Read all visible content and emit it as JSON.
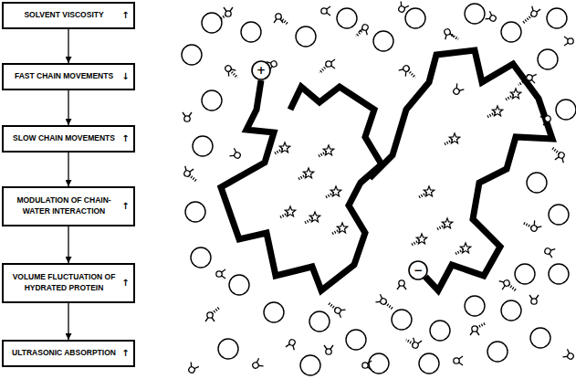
{
  "diagram": {
    "nodes": [
      {
        "text": [
          "SOLVENT VISCOSITY",
          "↑"
        ]
      },
      {
        "text": [
          "FAST CHAIN MOVEMENTS",
          "↓"
        ]
      },
      {
        "text": [
          "SLOW CHAIN MOVEMENTS",
          "↑"
        ]
      },
      {
        "text": [
          "MODULATION OF CHAIN-WATER INTERACTION",
          "↑"
        ]
      },
      {
        "text": [
          "VOLUME FLUCTUATION OF HYDRATED PROTEIN",
          "↑"
        ]
      },
      {
        "text": [
          "ULTRASONIC ABSORPTION",
          "↑"
        ]
      }
    ],
    "edges": [
      {
        "from": 0,
        "to": 1,
        "arrow": "to"
      },
      {
        "from": 1,
        "to": 2,
        "arrow": "to"
      },
      {
        "from": 2,
        "to": 3,
        "arrow": "to"
      },
      {
        "from": 3,
        "to": 4,
        "arrow": "to"
      },
      {
        "from": 4,
        "to": 5,
        "arrow": "to"
      }
    ],
    "labels": [
      "+",
      "−"
    ]
  }
}
